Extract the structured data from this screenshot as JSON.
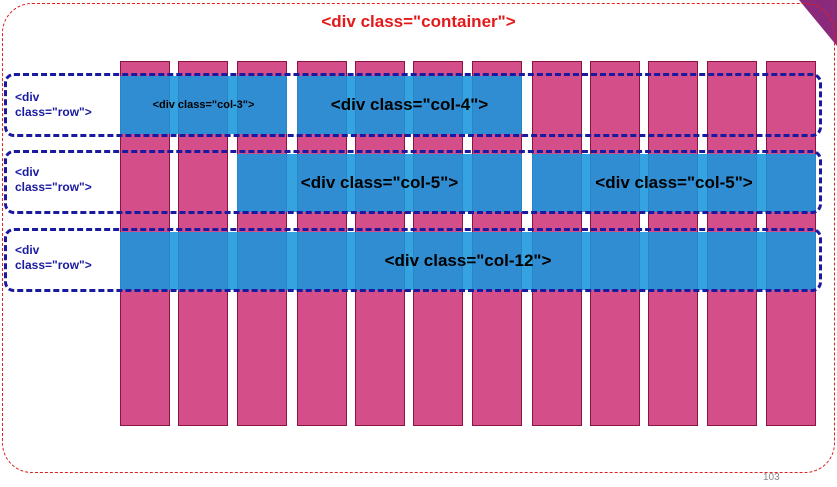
{
  "container": {
    "label": "<div class=\"container\">",
    "border_color": "#e02020",
    "label_color": "#e4191b"
  },
  "grid": {
    "column_count": 12,
    "column_color": "#d44e8a",
    "column_border": "#8a1540"
  },
  "rows": [
    {
      "label_line1": "<div",
      "label_line2": "class=\"row\">",
      "cols": [
        {
          "label": "<div class=\"col-3\">"
        },
        {
          "label": "<div class=\"col-4\">"
        }
      ]
    },
    {
      "label_line1": "<div",
      "label_line2": "class=\"row\">",
      "cols": [
        {
          "label": "<div class=\"col-5\">"
        },
        {
          "label": "<div class=\"col-5\">"
        }
      ]
    },
    {
      "label_line1": "<div",
      "label_line2": "class=\"row\">",
      "cols": [
        {
          "label": "<div class=\"col-12\">"
        }
      ]
    }
  ],
  "page_number": "103",
  "colors": {
    "row_outline": "#1a1aa0",
    "col_fill": "#1996dc",
    "corner_accent": "#8b2a7a"
  }
}
